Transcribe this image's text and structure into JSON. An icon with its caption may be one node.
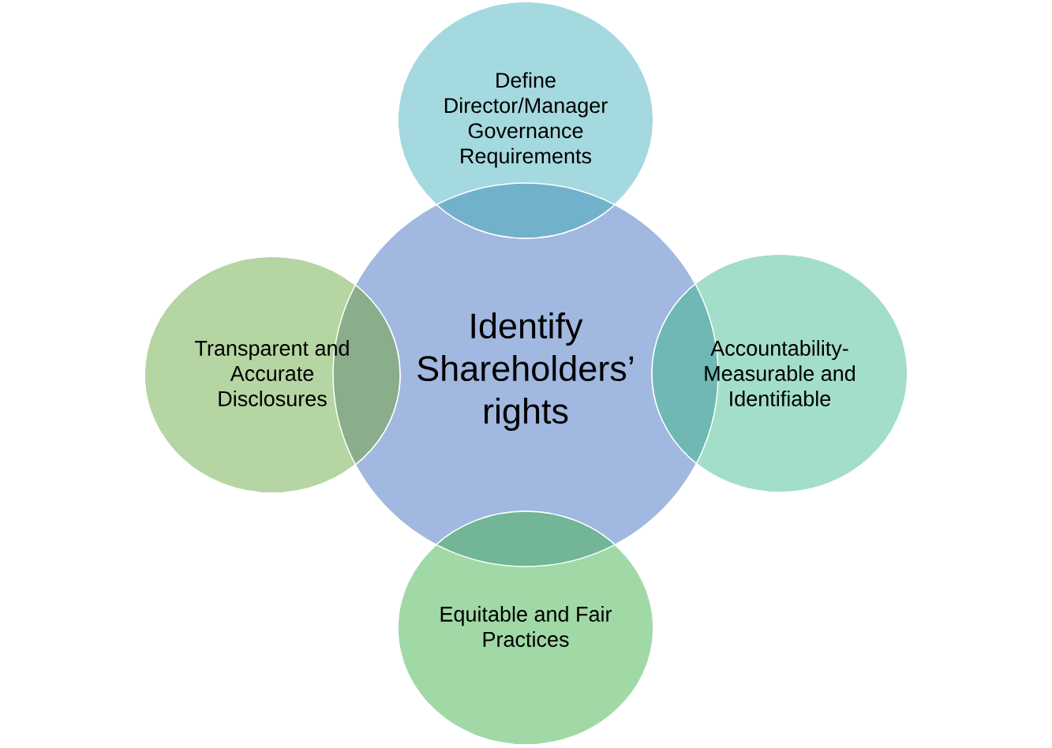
{
  "diagram": {
    "nodes": [
      {
        "text": [
          "Define Director/Manager Governance Requirements"
        ]
      },
      {
        "text": [
          "Transparent and Accurate Disclosures"
        ]
      },
      {
        "text": [
          "Identify Shareholders’ rights"
        ]
      },
      {
        "text": [
          "Accountability- Measurable and Identifiable"
        ]
      },
      {
        "text": [
          "Equitable and Fair Practices"
        ]
      }
    ]
  }
}
